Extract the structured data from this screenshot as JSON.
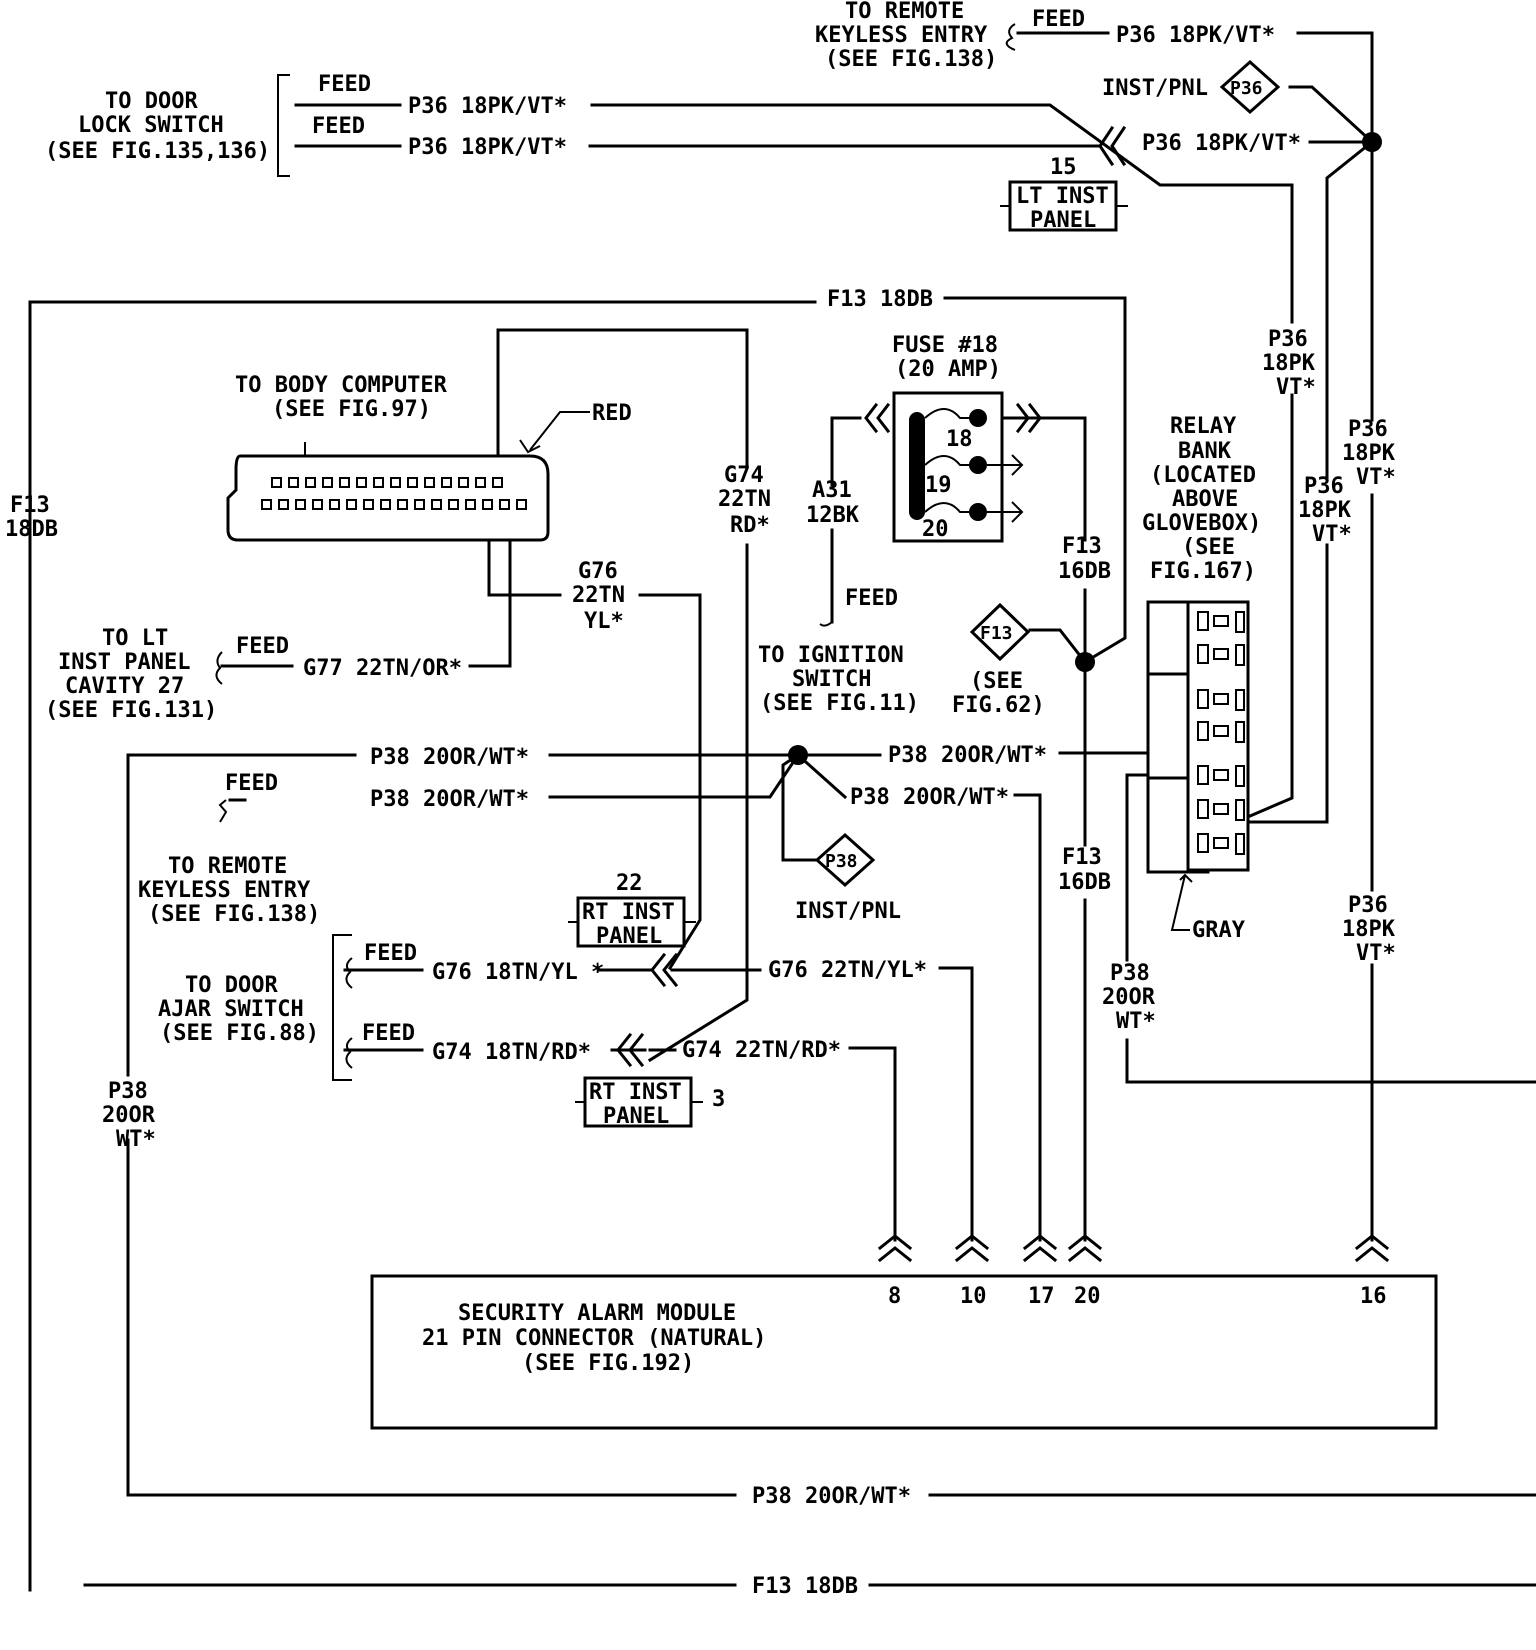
{
  "labels": {
    "rke_top_1": "TO REMOTE",
    "rke_top_2": "KEYLESS ENTRY",
    "rke_top_3": "(SEE FIG.138)",
    "feed": "FEED",
    "p36_18pkvt": "P36 18PK/VT*",
    "inst_pnl": "INST/PNL",
    "p36_diamond": "P36",
    "dls_1": "TO DOOR",
    "dls_2": "LOCK SWITCH",
    "dls_3": "(SEE FIG.135,136)",
    "lt_inst_num": "15",
    "lt_inst_1": "LT INST",
    "lt_inst_2": "PANEL",
    "f13_18db": "F13 18DB",
    "f13": "F13",
    "db18": "18DB",
    "db16": "16DB",
    "p36": "P36",
    "pk18": "18PK",
    "vt": "VT*",
    "fuse_1": "FUSE #18",
    "fuse_2": "(20 AMP)",
    "fuse_18": "18",
    "fuse_19": "19",
    "fuse_20": "20",
    "bc_1": "TO BODY COMPUTER",
    "bc_2": "(SEE FIG.97)",
    "red": "RED",
    "g74": "G74",
    "tn22": "22TN",
    "rd": "RD*",
    "a31": "A31",
    "bk12": "12BK",
    "relay_1": "RELAY",
    "relay_2": "BANK",
    "relay_3": "(LOCATED",
    "relay_4": "ABOVE",
    "relay_5": "GLOVEBOX)",
    "relay_6": "(SEE",
    "relay_7": "FIG.167)",
    "g76": "G76",
    "yl": "YL*",
    "ltc_1": "TO LT",
    "ltc_2": "INST PANEL",
    "ltc_3": "CAVITY 27",
    "ltc_4": "(SEE FIG.131)",
    "g77": "G77 22TN/OR*",
    "ign_1": "TO IGNITION",
    "ign_2": "SWITCH",
    "ign_3": "(SEE FIG.11)",
    "see": "(SEE",
    "fig62": "FIG.62)",
    "p38_20orwt": "P38 20OR/WT*",
    "p38_diamond": "P38",
    "rke_bot_1": "TO REMOTE",
    "rke_bot_2": "KEYLESS ENTRY",
    "rke_bot_3": "(SEE FIG.138)",
    "rt_inst_22": "22",
    "rt_inst_1": "RT INST",
    "rt_inst_2": "PANEL",
    "rt_inst_3": "3",
    "gray": "GRAY",
    "p38": "P38",
    "or20": "20OR",
    "wt": "WT*",
    "daj_1": "TO DOOR",
    "daj_2": "AJAR SWITCH",
    "daj_3": "(SEE FIG.88)",
    "g76_18": "G76 18TN/YL *",
    "g76_22": "G76 22TN/YL*",
    "g74_18": "G74 18TN/RD*",
    "g74_22": "G74 22TN/RD*",
    "pin8": "8",
    "pin10": "10",
    "pin17": "17",
    "pin20": "20",
    "pin16": "16",
    "sam_1": "SECURITY ALARM MODULE",
    "sam_2": "21 PIN CONNECTOR (NATURAL)",
    "sam_3": "(SEE FIG.192)"
  }
}
